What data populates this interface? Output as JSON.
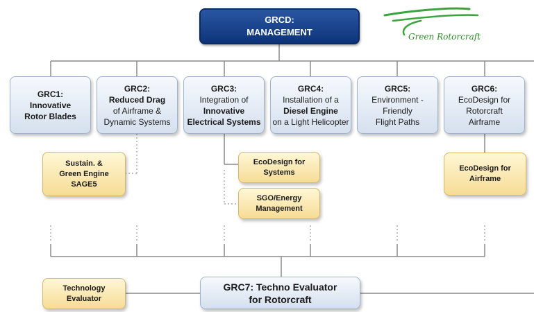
{
  "management": {
    "line1": "GRCD:",
    "line2": "MANAGEMENT"
  },
  "logo": {
    "text": "Green Rotorcraft"
  },
  "grcs": [
    {
      "title": "GRC1:",
      "l1": "Innovative",
      "l2": "Rotor Blades",
      "l3": ""
    },
    {
      "title": "GRC2:",
      "l1": "Reduced Drag",
      "l2": "of Airframe &",
      "l3": "Dynamic Systems"
    },
    {
      "title": "GRC3:",
      "l1": "Integration of",
      "l2": "Innovative",
      "l3": "Electrical Systems"
    },
    {
      "title": "GRC4:",
      "l1": "Installation of a",
      "l2": "Diesel Engine",
      "l3": "on a Light Helicopter"
    },
    {
      "title": "GRC5:",
      "l1": "Environment -",
      "l2": "Friendly",
      "l3": "Flight Paths"
    },
    {
      "title": "GRC6:",
      "l1": "EcoDesign for",
      "l2": "Rotorcraft",
      "l3": "Airframe"
    }
  ],
  "sub": {
    "sage": {
      "l1": "Sustain. &",
      "l2": "Green Engine",
      "l3": "SAGE5"
    },
    "eco_sys": {
      "l1": "EcoDesign for",
      "l2": "Systems"
    },
    "sgo": {
      "l1": "SGO/Energy",
      "l2": "Management"
    },
    "eco_air": {
      "l1": "EcoDesign for",
      "l2": "Airframe"
    },
    "tech": {
      "l1": "Technology",
      "l2": "Evaluator"
    }
  },
  "grc7": {
    "l1": "GRC7: Techno Evaluator",
    "l2": "for Rotorcraft"
  }
}
